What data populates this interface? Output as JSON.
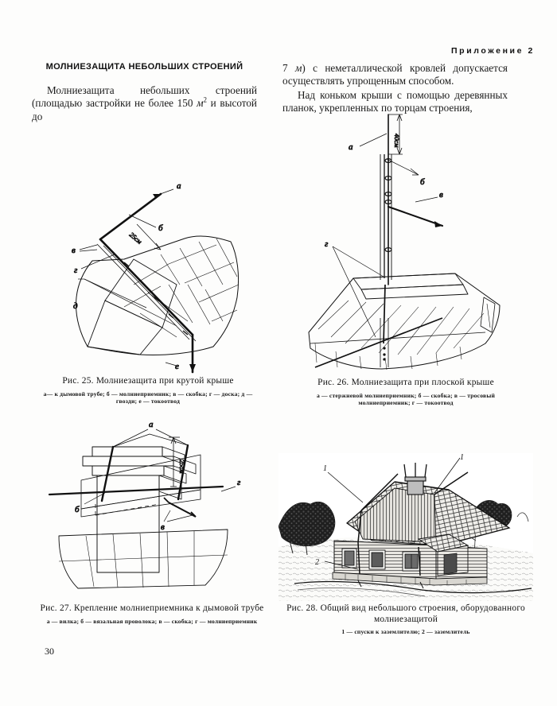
{
  "page": {
    "running_head": "Приложение 2",
    "folio": "30"
  },
  "columns": {
    "left": {
      "title": "МОЛНИЕЗАЩИТА НЕБОЛЬШИХ СТРОЕНИЙ",
      "paragraph_1_a": "Молниезащита небольших строений (площадью застройки не более 150 ",
      "paragraph_1_unit": "м",
      "paragraph_1_sup": "2",
      "paragraph_1_b": " и высотой до"
    },
    "right": {
      "paragraph_1_a": "7 ",
      "paragraph_1_unit": "м",
      "paragraph_1_b": ") с неметаллической   кровлей допускается осуществлять упрощенным способом.",
      "paragraph_2": "Над коньком  крыши с помощью деревянных планок, укрепленных по торцам строения,"
    }
  },
  "figures": [
    {
      "id": "fig25",
      "caption": "Рис. 25. Молниезащита при крутой крыше",
      "sub_caption": "а— к дымовой трубе; б — молниеприемник; в — скобка; г — доска; д — гвозди; е — токоотвод",
      "labels": [
        "а",
        "б",
        "в",
        "г",
        "д",
        "е"
      ],
      "dimension": "25см"
    },
    {
      "id": "fig26",
      "caption": "Рис. 26. Молниезащита при плоской крыше",
      "sub_caption": "а — стержневой молниеприемник; б — скобка; в — тросовый молниеприемник; г — токоотвод",
      "labels": [
        "а",
        "б",
        "в",
        "г"
      ],
      "dimension": "40см"
    },
    {
      "id": "fig27",
      "caption": "Рис. 27. Крепление молниеприемника к дымовой трубе",
      "sub_caption": "а — вилка; б — вязальная проволока; в — скобка; г — молниеприемник",
      "labels": [
        "а",
        "б",
        "в",
        "г"
      ],
      "dimension": "25см"
    },
    {
      "id": "fig28",
      "caption": "Рис. 28. Общий вид небольшого строения, оборудованного молниезащитой",
      "sub_caption": "1 — спуски к заземлителю; 2 — заземлитель",
      "labels": [
        "1",
        "2"
      ],
      "dimension": ""
    }
  ],
  "colors": {
    "ink": "#111111",
    "paper": "#fdfdfc"
  }
}
